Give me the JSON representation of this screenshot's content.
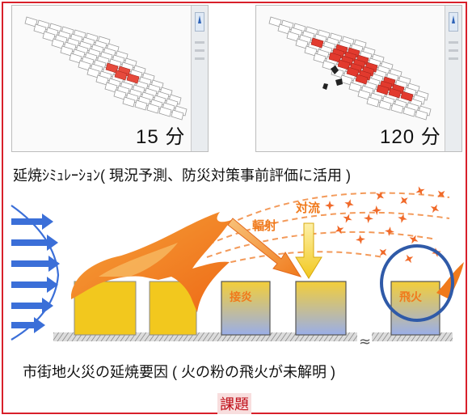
{
  "simulations": [
    {
      "time_label": "15 分"
    },
    {
      "time_label": "120 分"
    }
  ],
  "simulation_caption": "延焼ｼﾐｭﾚｰｼｮﾝ( 現況予測、防災対策事前評価に活用 )",
  "diagram": {
    "labels": {
      "radiation": "輻射",
      "convection": "対流",
      "contact": "接炎",
      "spotting": "飛火"
    },
    "gap_mark": "≈"
  },
  "diagram_caption": "市街地火災の延焼要因 ( 火の粉の飛火が未解明 )",
  "issue_label": "課題",
  "colors": {
    "frame": "#d8202a",
    "flame": "#f07a1c",
    "building": "#f2c81e",
    "wind": "#3b6fd8",
    "highlight_circle": "#2f5aa8"
  }
}
